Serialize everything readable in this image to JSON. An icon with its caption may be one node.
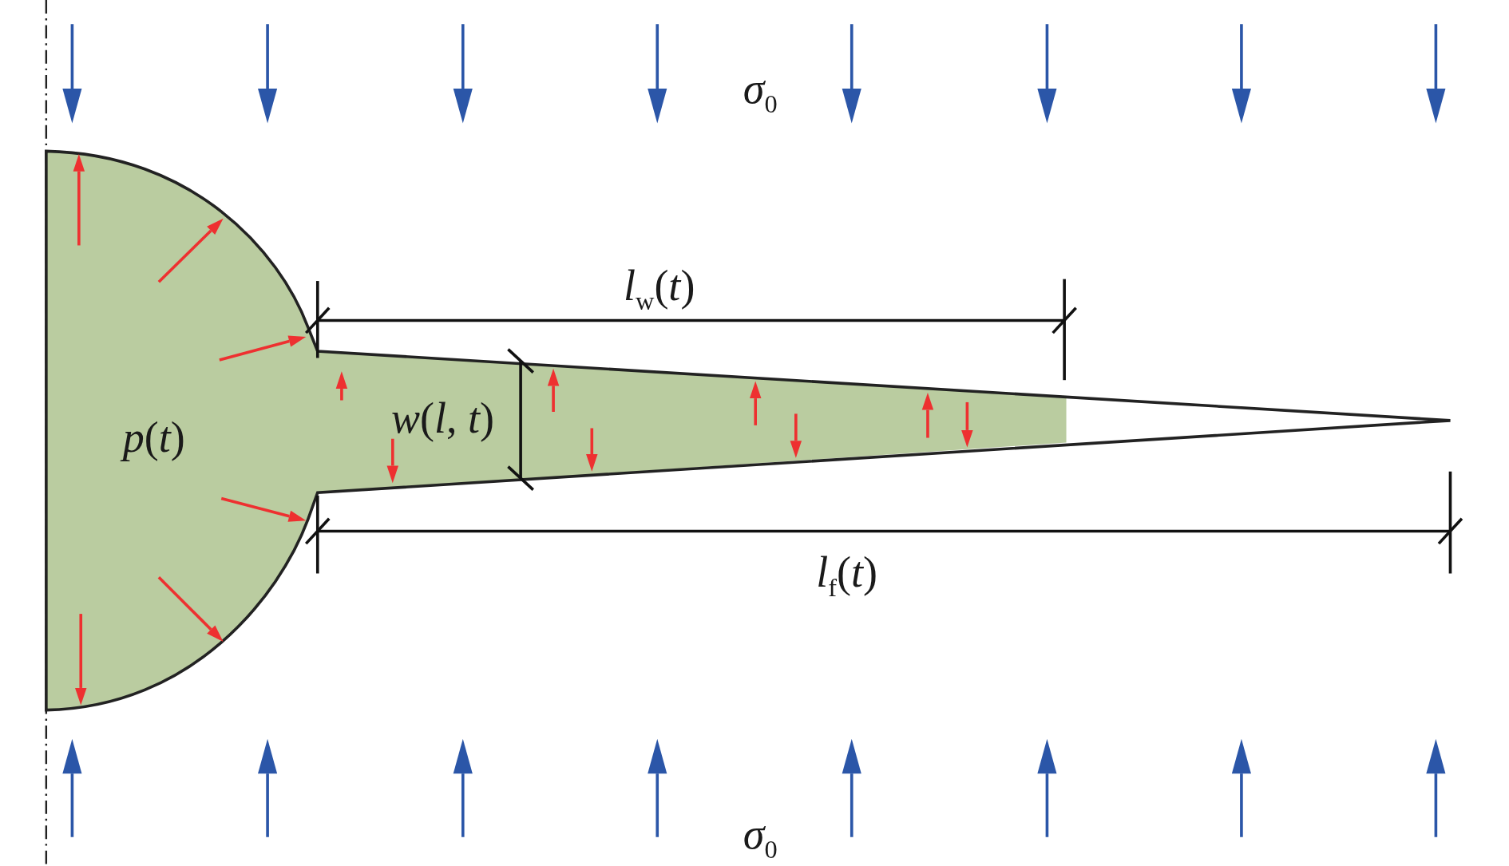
{
  "diagram": {
    "labels": [
      "*σ*$_{0}$",
      "*l*$_{w}$(*t*)",
      "*p*(*t*)",
      "*w*(*l*, *t*)",
      "*l*$_{f}$(*t*)",
      "*σ*$_{0}$"
    ]
  }
}
